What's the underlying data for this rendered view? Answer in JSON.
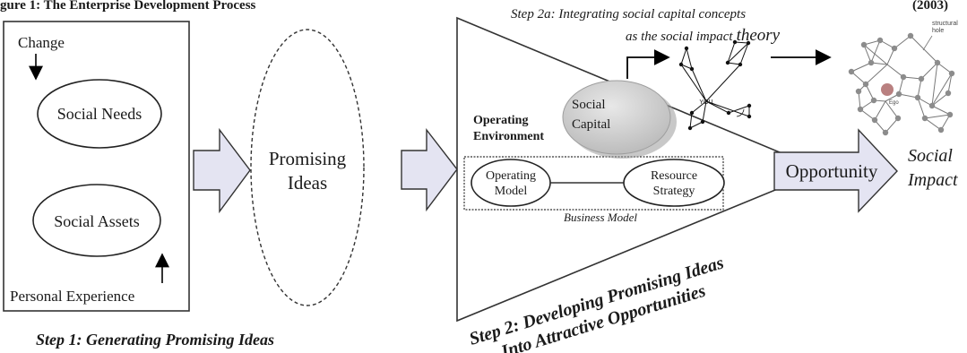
{
  "header_fragment": "gure 1: The Enterprise Development Process",
  "header_suffix": "(2003)",
  "step1": {
    "change": "Change",
    "social_needs": "Social Needs",
    "social_assets": "Social Assets",
    "personal_experience": "Personal Experience",
    "caption": "Step 1:  Generating Promising Ideas"
  },
  "promising_ideas": {
    "line1": "Promising",
    "line2": "Ideas"
  },
  "step2a": {
    "line1": "Step 2a: Integrating social capital concepts",
    "line2": "as the social impact",
    "line2_emph": "theory"
  },
  "step2": {
    "operating_env_line1": "Operating",
    "operating_env_line2": "Environment",
    "social_capital_line1": "Social",
    "social_capital_line2": "Capital",
    "operating_model_line1": "Operating",
    "operating_model_line2": "Model",
    "resource_strategy_line1": "Resource",
    "resource_strategy_line2": "Strategy",
    "business_model": "Business Model",
    "caption_line1": "Step 2:  Developing Promising Ideas",
    "caption_line2": "Into Attractive Opportunities"
  },
  "network": {
    "you_label": "YOU",
    "ego_label": "Ego",
    "structural_hole_line1": "structural",
    "structural_hole_line2": "hole"
  },
  "opportunity": "Opportunity",
  "social_impact": {
    "line1": "Social",
    "line2": "Impact"
  },
  "colors": {
    "arrow_fill": "#e4e4f2",
    "social_capital_fill": "#cfcfcf",
    "ego_fill": "#b98080",
    "node_fill": "#8c8c8c"
  }
}
